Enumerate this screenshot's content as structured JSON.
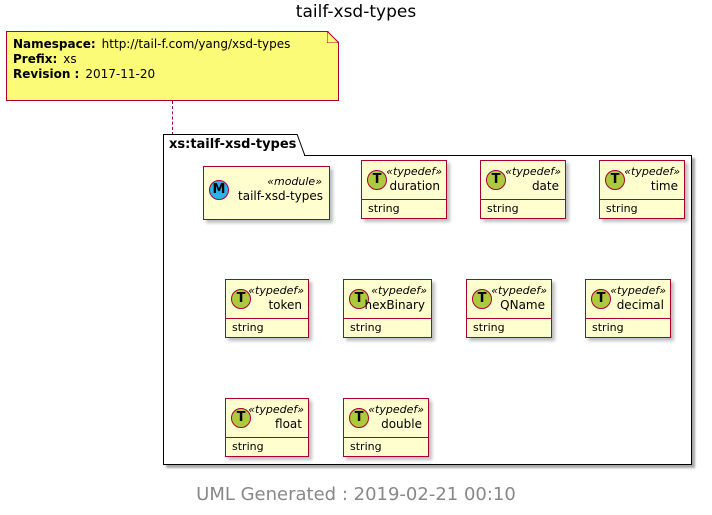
{
  "diagram": {
    "title": "tailf-xsd-types",
    "note": {
      "namespace_label": "Namespace:",
      "namespace_value": "http://tail-f.com/yang/xsd-types",
      "prefix_label": "Prefix:",
      "prefix_value": "xs",
      "revision_label": "Revision :",
      "revision_value": "2017-11-20"
    },
    "package": {
      "label": "xs:tailf-xsd-types"
    },
    "module": {
      "stereotype": "«module»",
      "name": "tailf-xsd-types",
      "icon": "M"
    },
    "typedefs": [
      {
        "stereotype": "«typedef»",
        "name": "duration",
        "attr": "string",
        "icon": "T"
      },
      {
        "stereotype": "«typedef»",
        "name": "date",
        "attr": "string",
        "icon": "T"
      },
      {
        "stereotype": "«typedef»",
        "name": "time",
        "attr": "string",
        "icon": "T"
      },
      {
        "stereotype": "«typedef»",
        "name": "token",
        "attr": "string",
        "icon": "T"
      },
      {
        "stereotype": "«typedef»",
        "name": "hexBinary",
        "attr": "string",
        "icon": "T"
      },
      {
        "stereotype": "«typedef»",
        "name": "QName",
        "attr": "string",
        "icon": "T"
      },
      {
        "stereotype": "«typedef»",
        "name": "decimal",
        "attr": "string",
        "icon": "T"
      },
      {
        "stereotype": "«typedef»",
        "name": "float",
        "attr": "string",
        "icon": "T"
      },
      {
        "stereotype": "«typedef»",
        "name": "double",
        "attr": "string",
        "icon": "T"
      }
    ],
    "footer": "UML Generated : 2019-02-21 00:10"
  }
}
